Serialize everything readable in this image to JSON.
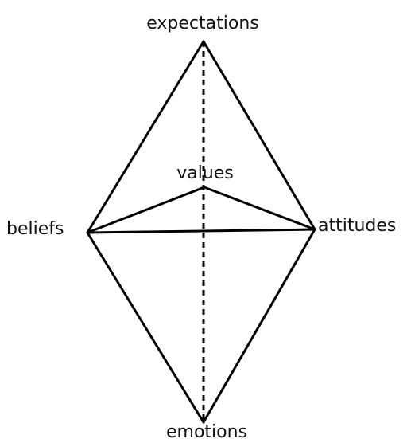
{
  "diagram": {
    "nodes": {
      "top": {
        "label": "expectations"
      },
      "center": {
        "label": "values"
      },
      "left": {
        "label": "beliefs"
      },
      "right": {
        "label": "attitudes"
      },
      "bottom": {
        "label": "emotions"
      }
    },
    "edges": [
      {
        "from": "top",
        "to": "left",
        "style": "solid"
      },
      {
        "from": "top",
        "to": "right",
        "style": "solid"
      },
      {
        "from": "left",
        "to": "bottom",
        "style": "solid"
      },
      {
        "from": "right",
        "to": "bottom",
        "style": "solid"
      },
      {
        "from": "left",
        "to": "right",
        "style": "solid"
      },
      {
        "from": "left",
        "to": "center",
        "style": "solid"
      },
      {
        "from": "center",
        "to": "right",
        "style": "solid"
      },
      {
        "from": "top",
        "to": "bottom",
        "style": "dashed"
      }
    ],
    "colors": {
      "stroke": "#000000",
      "text": "#111111",
      "background": "#ffffff"
    }
  }
}
